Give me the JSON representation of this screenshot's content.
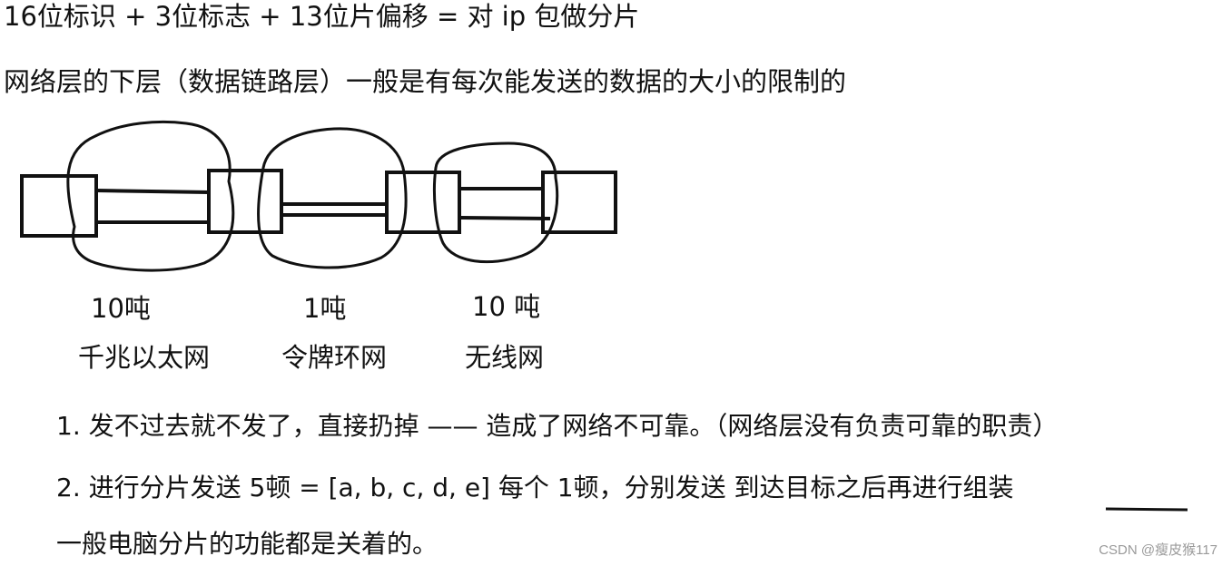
{
  "header": {
    "line1": "16位标识 + 3位标志 + 13位片偏移 = 对 ip 包做分片",
    "line2": "网络层的下层（数据链路层）一般是有每次能发送的数据的大小的限制的"
  },
  "diagram": {
    "links": [
      {
        "capacity": "10吨",
        "network": "千兆以太网"
      },
      {
        "capacity": "1吨",
        "network": "令牌环网"
      },
      {
        "capacity": "10 吨",
        "network": "无线网"
      }
    ]
  },
  "notes": {
    "point1": "1. 发不过去就不发了，直接扔掉 —— 造成了网络不可靠。（网络层没有负责可靠的职责）",
    "point2_main": "2. 进行分片发送    5顿 = [a, b, c, d, e] 每个 1顿，分别发送    到达目标之后再进行",
    "point2_emph": "组装",
    "point3": "一般电脑分片的功能都是关着的。"
  },
  "watermark": "CSDN @瘦皮猴117"
}
